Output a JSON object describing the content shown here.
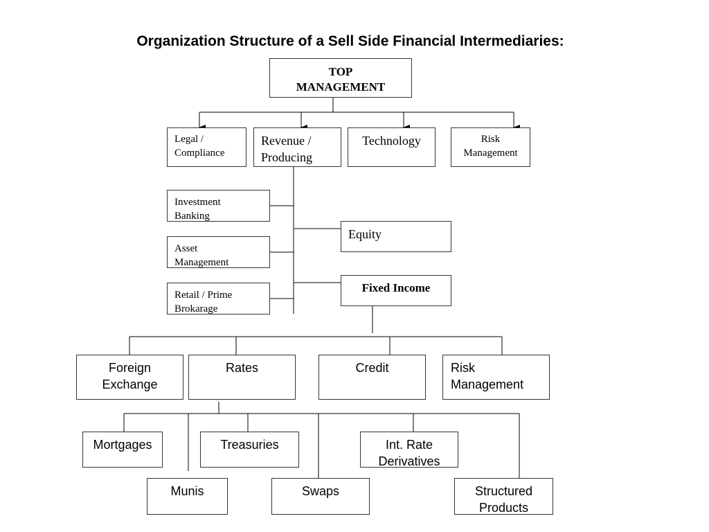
{
  "title": "Organization Structure of a Sell Side Financial Intermediaries:",
  "nodes": {
    "top_management": "TOP MANAGEMENT",
    "legal_compliance": "Legal / Compliance",
    "revenue_producing": "Revenue / Producing",
    "technology": "Technology",
    "risk_management_top": "Risk Management",
    "investment_banking": "Investment Banking",
    "asset_management": "Asset Management",
    "retail_prime_brokerage": "Retail / Prime Brokarage",
    "equity": "Equity",
    "fixed_income": "Fixed Income",
    "foreign_exchange": "Foreign Exchange",
    "rates": "Rates",
    "credit": "Credit",
    "risk_management_fi": "Risk Management",
    "mortgages": "Mortgages",
    "treasuries": "Treasuries",
    "int_rate_derivatives": "Int. Rate Derivatives",
    "munis": "Munis",
    "swaps": "Swaps",
    "structured_products": "Structured Products"
  }
}
